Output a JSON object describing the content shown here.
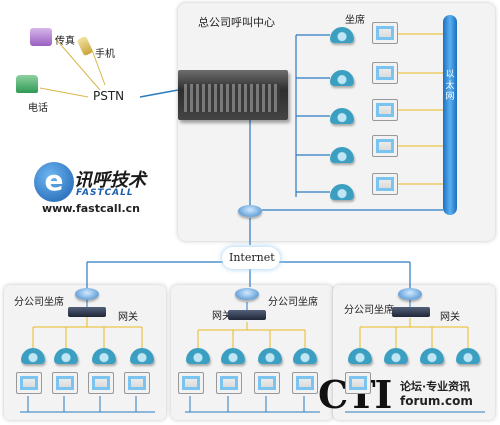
{
  "hq": {
    "title": "总公司呼叫中心",
    "agents_label": "坐席",
    "lan_label": "以太网"
  },
  "pstn": {
    "label": "PSTN",
    "fax": "传真",
    "mobile": "手机",
    "phone": "电话"
  },
  "internet": {
    "label": "Internet"
  },
  "logo": {
    "name": "讯呼技术",
    "latin": "FASTCALL",
    "url": "www.fastcall.cn"
  },
  "branches": [
    {
      "label": "分公司坐席",
      "gateway": "网关"
    },
    {
      "label": "分公司坐席",
      "gateway": "网关"
    },
    {
      "label": "分公司坐席",
      "gateway": "网关"
    }
  ],
  "watermark": {
    "cti": "CTI",
    "tag": "论坛·专业资讯",
    "site": "forum.com"
  },
  "colors": {
    "line_blue": "#2a7bbf",
    "line_yellow": "#e8b820",
    "lan_blue": "#2f8bd6",
    "phone_teal": "#3a9fc0"
  }
}
